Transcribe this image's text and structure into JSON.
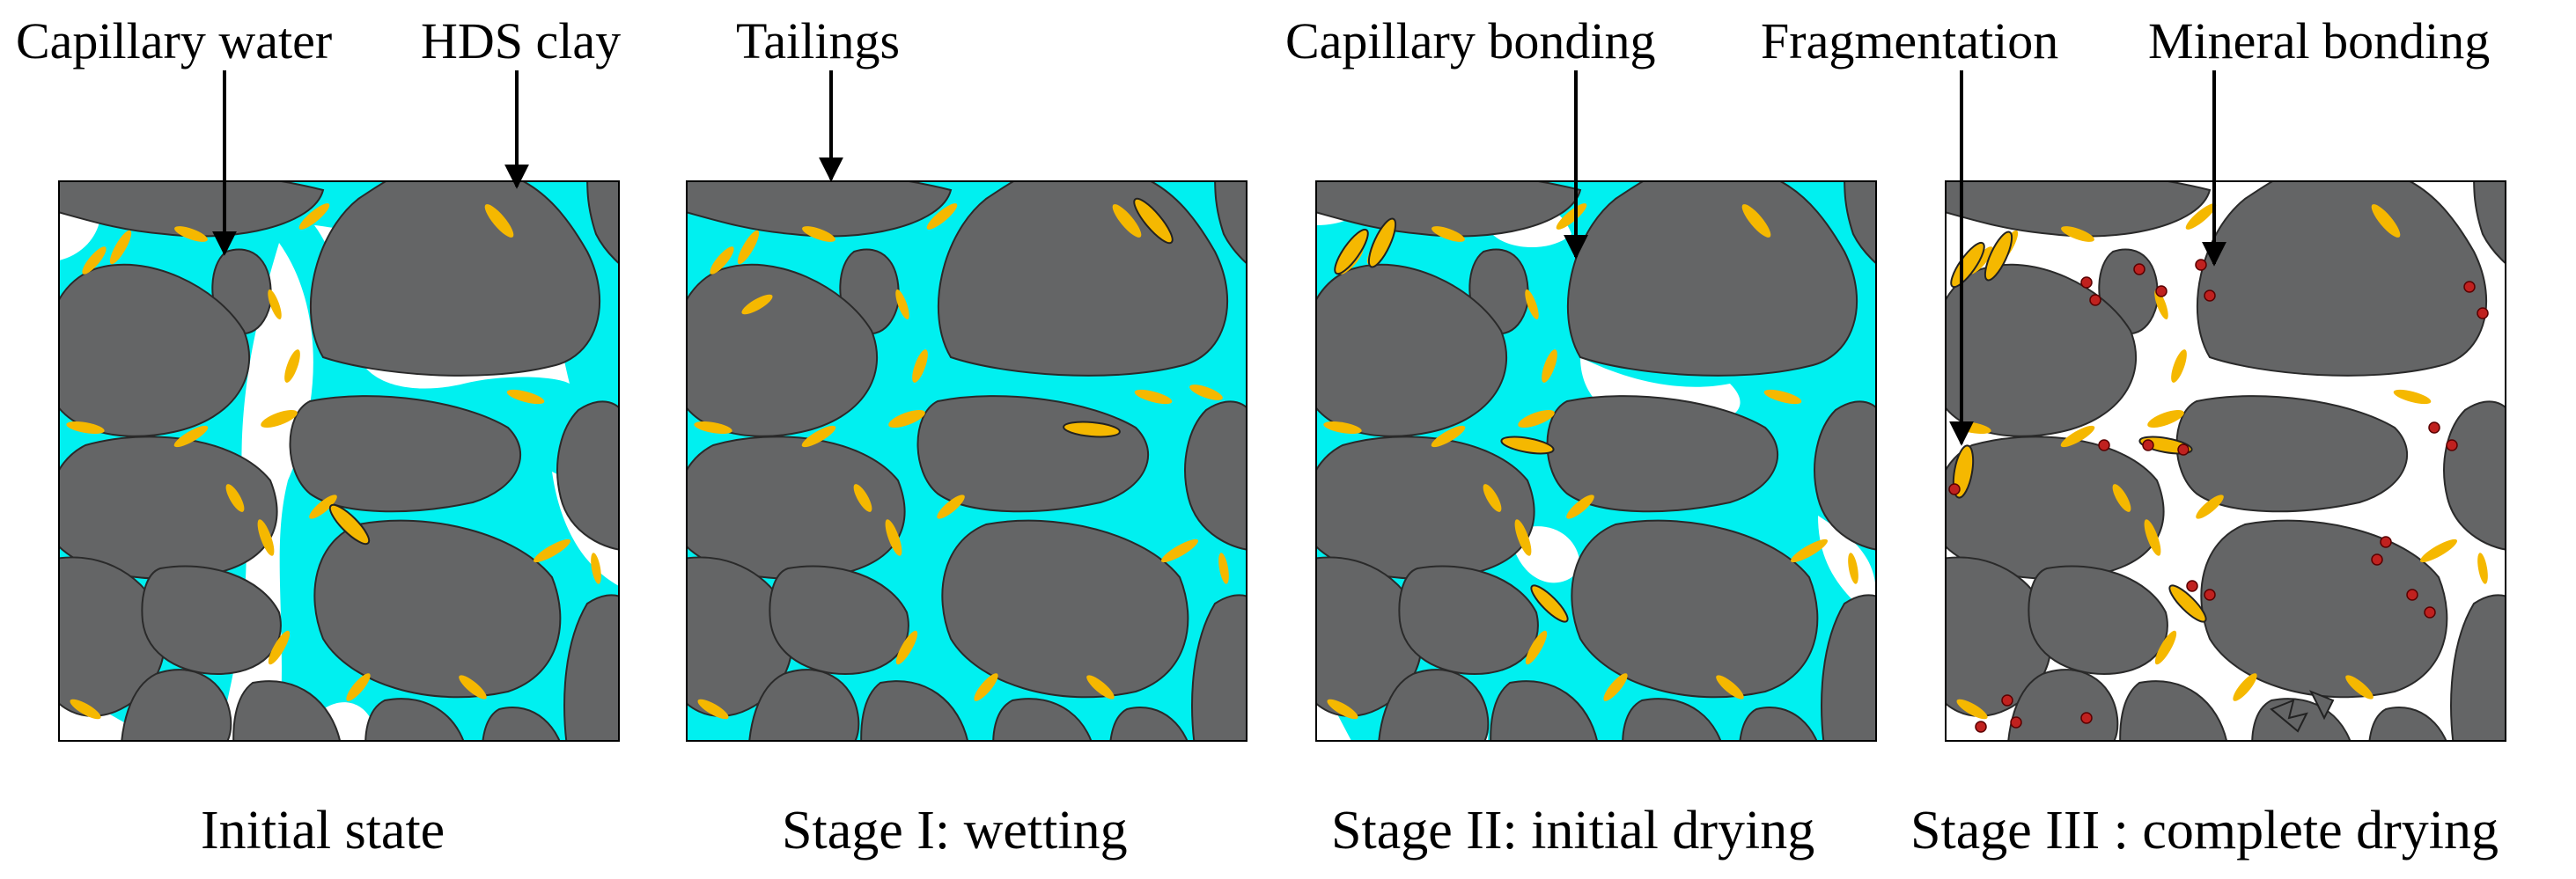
{
  "annotations": {
    "capillary_water": "Capillary water",
    "hds_clay": "HDS clay",
    "tailings": "Tailings",
    "capillary_bonding": "Capillary bonding",
    "fragmentation": "Fragmentation",
    "mineral_bonding": "Mineral bonding"
  },
  "captions": {
    "panel1": "Initial state",
    "panel2": "Stage I: wetting",
    "panel3": "Stage II: initial drying",
    "panel4": "Stage III : complete drying"
  },
  "colors": {
    "tailings": "#646566",
    "water": "#00f0f0",
    "clay": "#f5b800",
    "bond": "#c0211f",
    "void": "#ffffff"
  }
}
